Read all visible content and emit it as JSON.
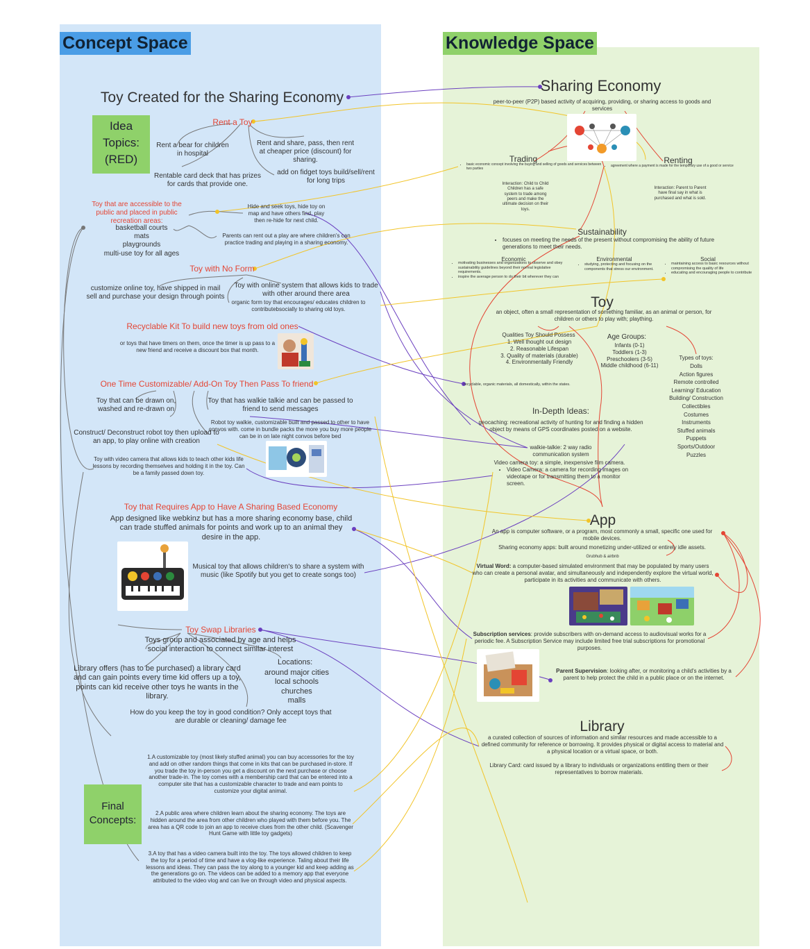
{
  "concept": {
    "header": "Concept Space",
    "title": "Toy Created for the Sharing Economy",
    "idea_topics": "Idea Topics: (RED)",
    "rent": {
      "heading": "Rent a Toy",
      "bear": "Rent a bear for children in hospital",
      "share": "Rent and share, pass, then rent at cheaper price (discount) for sharing.",
      "card": "Rentable card deck that has prizes for cards that provide one.",
      "fidget": "add on fidget toys build/sell/rent for long trips"
    },
    "public": {
      "heading": "Toy that are accessible to the public and placed in public recreation areas:",
      "items": [
        "basketball courts",
        "mats",
        "playgrounds",
        "multi-use toy for all ages"
      ],
      "hide": "Hide and seek toys, hide toy on map and have others find, play then re-hide for next child.",
      "parents": "Parents can rent out a play are where children's can practice trading and playing in a sharing economy."
    },
    "noform": {
      "heading": "Toy with No Form",
      "customize": "customize online toy, have shipped in mail sell and purchase your design through points",
      "online": "Toy with online system that allows kids to trade with other around there area",
      "organic": "organic form toy that encourages/ educates children to contributebsocially to sharing old toys."
    },
    "recycle": {
      "heading": "Recyclable Kit To build new toys from old ones",
      "timers": "or toys that have timers on them, once the timer is up pass to a new friend and receive a discount box that month."
    },
    "onetime": {
      "heading": "One Time Customizable/ Add-On Toy Then Pass To friend",
      "drawn": "Toy that can be drawn on, washed and re-drawn on",
      "walkie": "Toy that has walkie talkie and can be passed to friend to send messages",
      "robot_walkie": "Robot toy walkie, customizable built and passed to other to have convos with. come in bundle packs the more you buy more people can be in on late night convos before bed",
      "construct": "Construct/ Deconstruct robot toy then upload to an app, to play online with creation",
      "video": "Toy with video camera that allows kids to teach other kids life lessons by recording themselves and holding it in the toy. Can be a family passed down toy."
    },
    "app": {
      "heading": "Toy that Requires App to Have A Sharing Based Economy",
      "webkinz": "App designed like webkinz but has a more sharing economy base, child can trade stuffed animals for points and work up to an animal they desire in the app.",
      "musical": "Musical toy that allows children's to share a system with music (like Spotify but you get to create songs too)"
    },
    "swap": {
      "heading": "Toy Swap Libraries",
      "groups": "Toys group and associated by age and helps social interaction to connect similar interest",
      "library": "Library offers (has to be purchased) a library card and can gain points every time kid offers up a toy, points can kid receive other toys he wants in the library.",
      "locations_title": "Locations:",
      "locations": [
        "around major cities",
        "local schools",
        "churches",
        "malls"
      ],
      "condition": "How do you keep the toy in good condition? Only accept toys that are durable or cleaning/ damage fee"
    },
    "final_label": "Final Concepts:",
    "final": [
      "1.A customizable toy (most likely stuffed animal) you can buy accessories for the toy and add on other random things that come in kits that can be purchased in-store. If you trade the toy in-person you get a discount on the next purchase or choose another trade-in. The toy comes with a membership card that can be entered into a computer site that has a customizable character to trade and earn points to customize your digital animal.",
      "2.A public area where children learn about the sharing economy. The toys are hidden around the area from other children who played with them before you. The area has a QR code to join an app to receive clues from the other child. (Scavenger Hunt Game with little toy gadgets)",
      "3.A toy that has a video camera built into the toy. The toys allowed children to keep the toy for a period of time and have a vlog-like experience. Taling about their life lessons and ideas. They can pass the toy along to a younger kid and keep adding as the generations go on. The videos can be added to a memory app that everyone attributed to the video vlog and can live on through video and physical aspects."
    ]
  },
  "knowledge": {
    "header": "Knowledge Space",
    "sharing": {
      "title": "Sharing Economy",
      "def": "peer-to-peer (P2P) based activity of acquiring, providing, or sharing access to goods and services",
      "trading": "Trading",
      "trading_def": "basic economic concept involving the buying and selling of goods and services between two parties",
      "trading_inter": "Interaction: Child to Child Children has a safe system to trade among peers and make the ultimate decision on their toys.",
      "renting": "Renting",
      "renting_def": "agreement where a payment is made for the temporary use of a good or service",
      "renting_inter": "Interaction: Parent to Parent have final say in what is purchased and what is sold."
    },
    "sustain": {
      "title": "Sustainability",
      "def": "focuses on meeting the needs of the present without compromising the ability of future generations to meet their needs.",
      "economic": "Economic",
      "economic_items": [
        "motivating businesses and organizations to observe and obey sustainability guidelines beyond their normal legislative requirements.",
        "inspire the average person to do their bit wherever they can"
      ],
      "environmental": "Environmental",
      "environmental_items": [
        "studying, protecting and focusing on the components that stress our environment."
      ],
      "social": "Social",
      "social_items": [
        "maintaining access to basic resources without compromising the quality of life",
        "educating and encouraging people to contribute"
      ]
    },
    "toy": {
      "title": "Toy",
      "def": "an object, often a small representation of something familiar, as an animal or person, for children or others to play with; plaything.",
      "qualities_title": "Qualities Toy Should Possess",
      "qualities": [
        "1. Well thought out design",
        "2. Reasonable Lifespan",
        "3. Quality of materials (durable)",
        "4. Environmentally Friendly"
      ],
      "age_title": "Age Groups:",
      "ages": [
        "Infants (0-1)",
        "Toddlers (1-3)",
        "Preschoolers (3-5)",
        "Middle childhood (6-11)"
      ],
      "types_title": "Types of toys:",
      "types": [
        "Dolls",
        "Action figures",
        "Remote controlled",
        "Learning/ Education",
        "Building/ Construction",
        "Collectibles",
        "Costumes",
        "Instruments",
        "Stuffed animals",
        "Puppets",
        "Sports/Outdoor",
        "Puzzles"
      ],
      "recyclable": "recyclable, organic materials, all domestically, within the states."
    },
    "indepth": {
      "title": "In-Depth Ideas:",
      "geocaching": "geocaching: recreational activity of hunting for and finding a hidden object by means of GPS coordinates posted on a website.",
      "walkie": "walkie-talkie: 2 way radio communication system",
      "video": "Video camera toy: a simple, inexpensive film camera.",
      "video_item": "Video Camera: a camera for recording images on videotape or for transmitting them to a monitor screen."
    },
    "app": {
      "title": "App",
      "def": "An app is computer software, or a program, most commonly a small, specific one used for mobile devices.",
      "sharing_apps": "Sharing economy apps: built around monetizing under-utilized or entirely idle assets.",
      "examples": "Grubhub & airbnb",
      "virtual_label": "Virtual Word:",
      "virtual": "a computer-based simulated environment that may be populated by many users who can create a personal avatar, and simultaneously and independently explore the virtual world, participate in its activities and communicate with others.",
      "subscription_label": "Subscription services",
      "subscription": ": provide subscribers with on-demand access to audiovisual works for a periodic fee. A Subscription Service may include limited free trial subscriptions for promotional purposes.",
      "parent_label": "Parent Supervision",
      "parent": ": looking after, or monitoring a child's activities by a parent to help protect the child in a public place or on the internet."
    },
    "library": {
      "title": "Library",
      "def": "a curated collection of sources of information and similar resources and made accessible to a defined community for reference or borrowing. It provides physical or digital access to material and a physical location or a virtual space, or both.",
      "card": "Library Card: card issued by a library to individuals or organizations entitling them or their representatives to borrow materials."
    }
  },
  "colors": {
    "concept_bg": "#d3e6f8",
    "knowledge_bg": "#e6f3d8",
    "concept_header": "#4a9de6",
    "knowledge_header": "#8fd16a",
    "idea_red": "#e44534",
    "link_purple": "#6a3fbf",
    "link_yellow": "#f2c428",
    "link_red": "#e44534",
    "link_gray": "#777777"
  }
}
